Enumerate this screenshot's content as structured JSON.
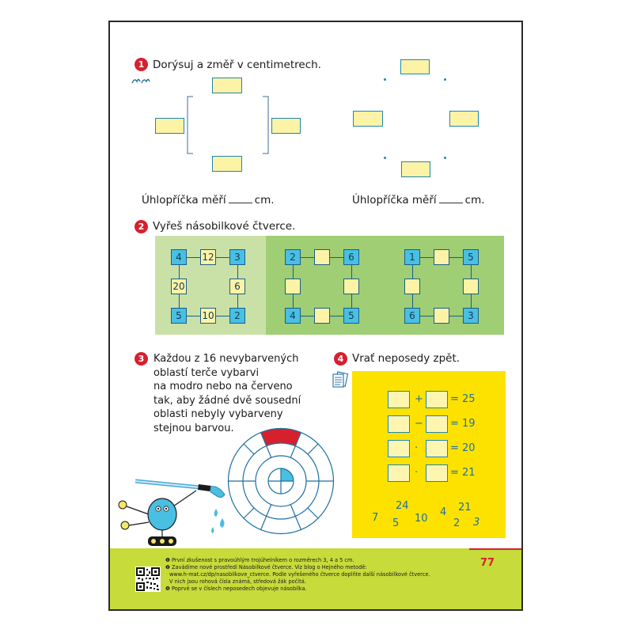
{
  "task1": {
    "number": "1",
    "title": "Dorýsuj a změř v centimetrech.",
    "left_diagonal_prefix": "Úhlopříčka měří",
    "left_diagonal_suffix": "cm.",
    "right_diagonal_prefix": "Úhlopříčka měří",
    "right_diagonal_suffix": "cm."
  },
  "task2": {
    "number": "2",
    "title": "Vyřeš násobilkové čtverce.",
    "squares": [
      {
        "top": [
          "4",
          "12",
          "3"
        ],
        "middle": [
          "20",
          "6"
        ],
        "bottom": [
          "5",
          "10",
          "2"
        ]
      },
      {
        "top": [
          "2",
          "",
          "6"
        ],
        "middle": [
          "",
          ""
        ],
        "bottom": [
          "4",
          "",
          "5"
        ]
      },
      {
        "top": [
          "1",
          "",
          "5"
        ],
        "middle": [
          "",
          ""
        ],
        "bottom": [
          "6",
          "",
          "3"
        ]
      }
    ]
  },
  "task3": {
    "number": "3",
    "lines": [
      "Každou z 16 nevybarvených",
      "oblastí terče vybarvi",
      "na modro nebo na červeno",
      "tak, aby žádné dvě sousední",
      "oblasti nebyly vybarveny",
      "stejnou barvou."
    ]
  },
  "task4": {
    "number": "4",
    "title": "Vrať neposedy zpět.",
    "equations": [
      {
        "op": "+",
        "result": "= 25"
      },
      {
        "op": "−",
        "result": "= 19"
      },
      {
        "op": "·",
        "result": "= 20"
      },
      {
        "op": "·",
        "result": "= 21"
      }
    ],
    "numbers": [
      "24",
      "7",
      "5",
      "10",
      "4",
      "21",
      "2",
      "3"
    ]
  },
  "footer": {
    "notes": [
      "❶ První zkušenost s pravoúhlým trojúhelníkem o rozměrech 3, 4 a 5 cm.",
      "❷ Zavádíme nové prostředí Násobilkové čtverce. Viz blog o Hejného metodě:",
      "www.h-mat.cz/dp/nasobilkove_ctverce. Podle vyřešeného čtverce doplňte další násobilkové čtverce.",
      "V nich jsou rohová čísla známá, středová žák počítá.",
      "❹ Poprvé se v číslech neposedech objevuje násobilka."
    ],
    "page_number": "77"
  },
  "colors": {
    "red": "#d6202e",
    "blue": "#49bfe2",
    "pale_yellow": "#fdf3a6",
    "yellow": "#fde200",
    "light_green": "#c9e1a7",
    "green": "#9fce74",
    "footer_green": "#c7dc3a"
  },
  "icons": [
    "hands-icon",
    "worksheet-icon",
    "qr-code-icon",
    "robot-painter-illustration",
    "target-icon"
  ]
}
